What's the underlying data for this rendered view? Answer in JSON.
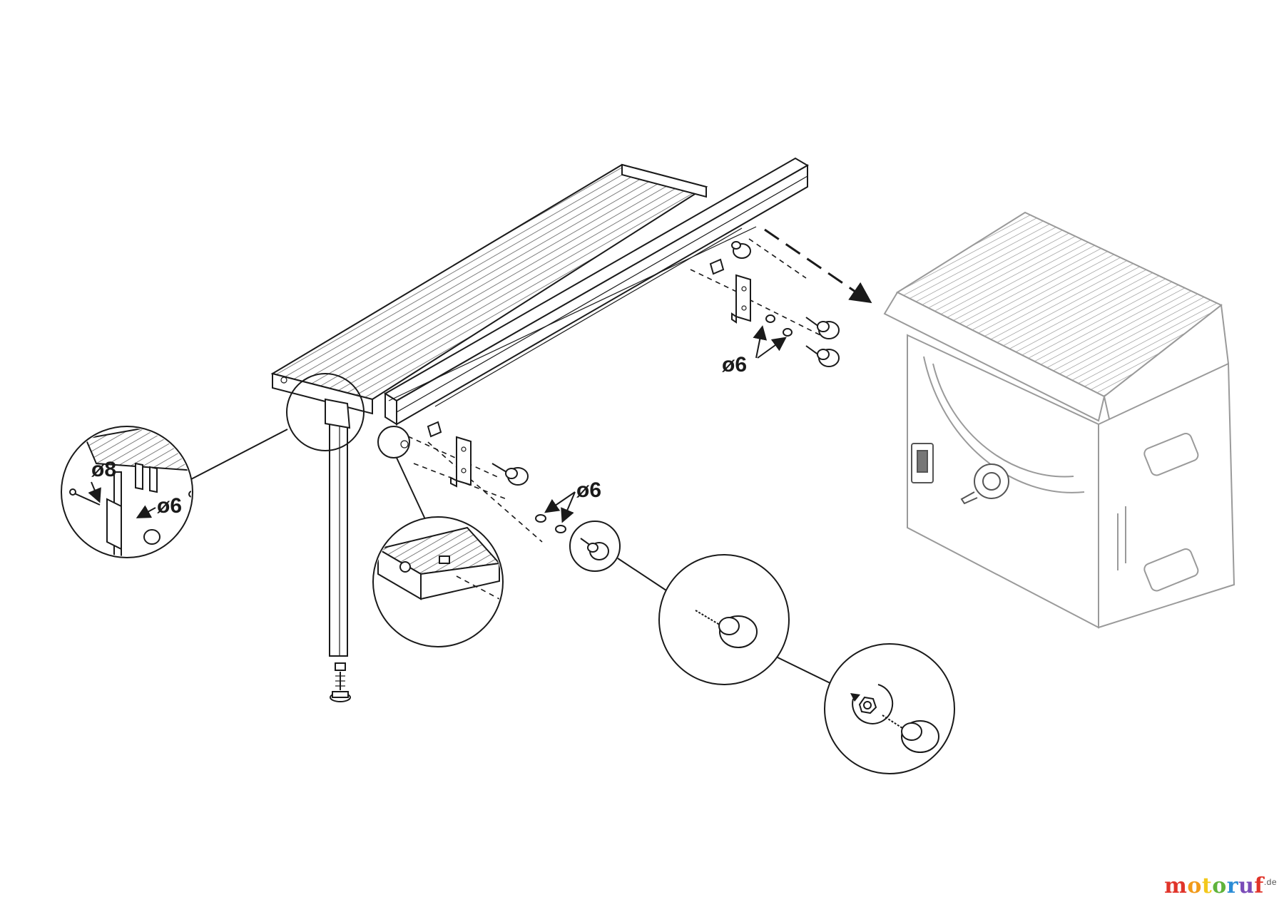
{
  "labels": {
    "d8_left": "ø8",
    "d6_left": "ø6",
    "d6_middle": "ø6",
    "d6_top": "ø6"
  },
  "watermark": {
    "text": "motoruf",
    "suffix": ".de",
    "colors": [
      "#e0342a",
      "#f19a1a",
      "#f3c81c",
      "#5fb33b",
      "#2a8cd6",
      "#7a4bb8",
      "#e0342a"
    ]
  }
}
